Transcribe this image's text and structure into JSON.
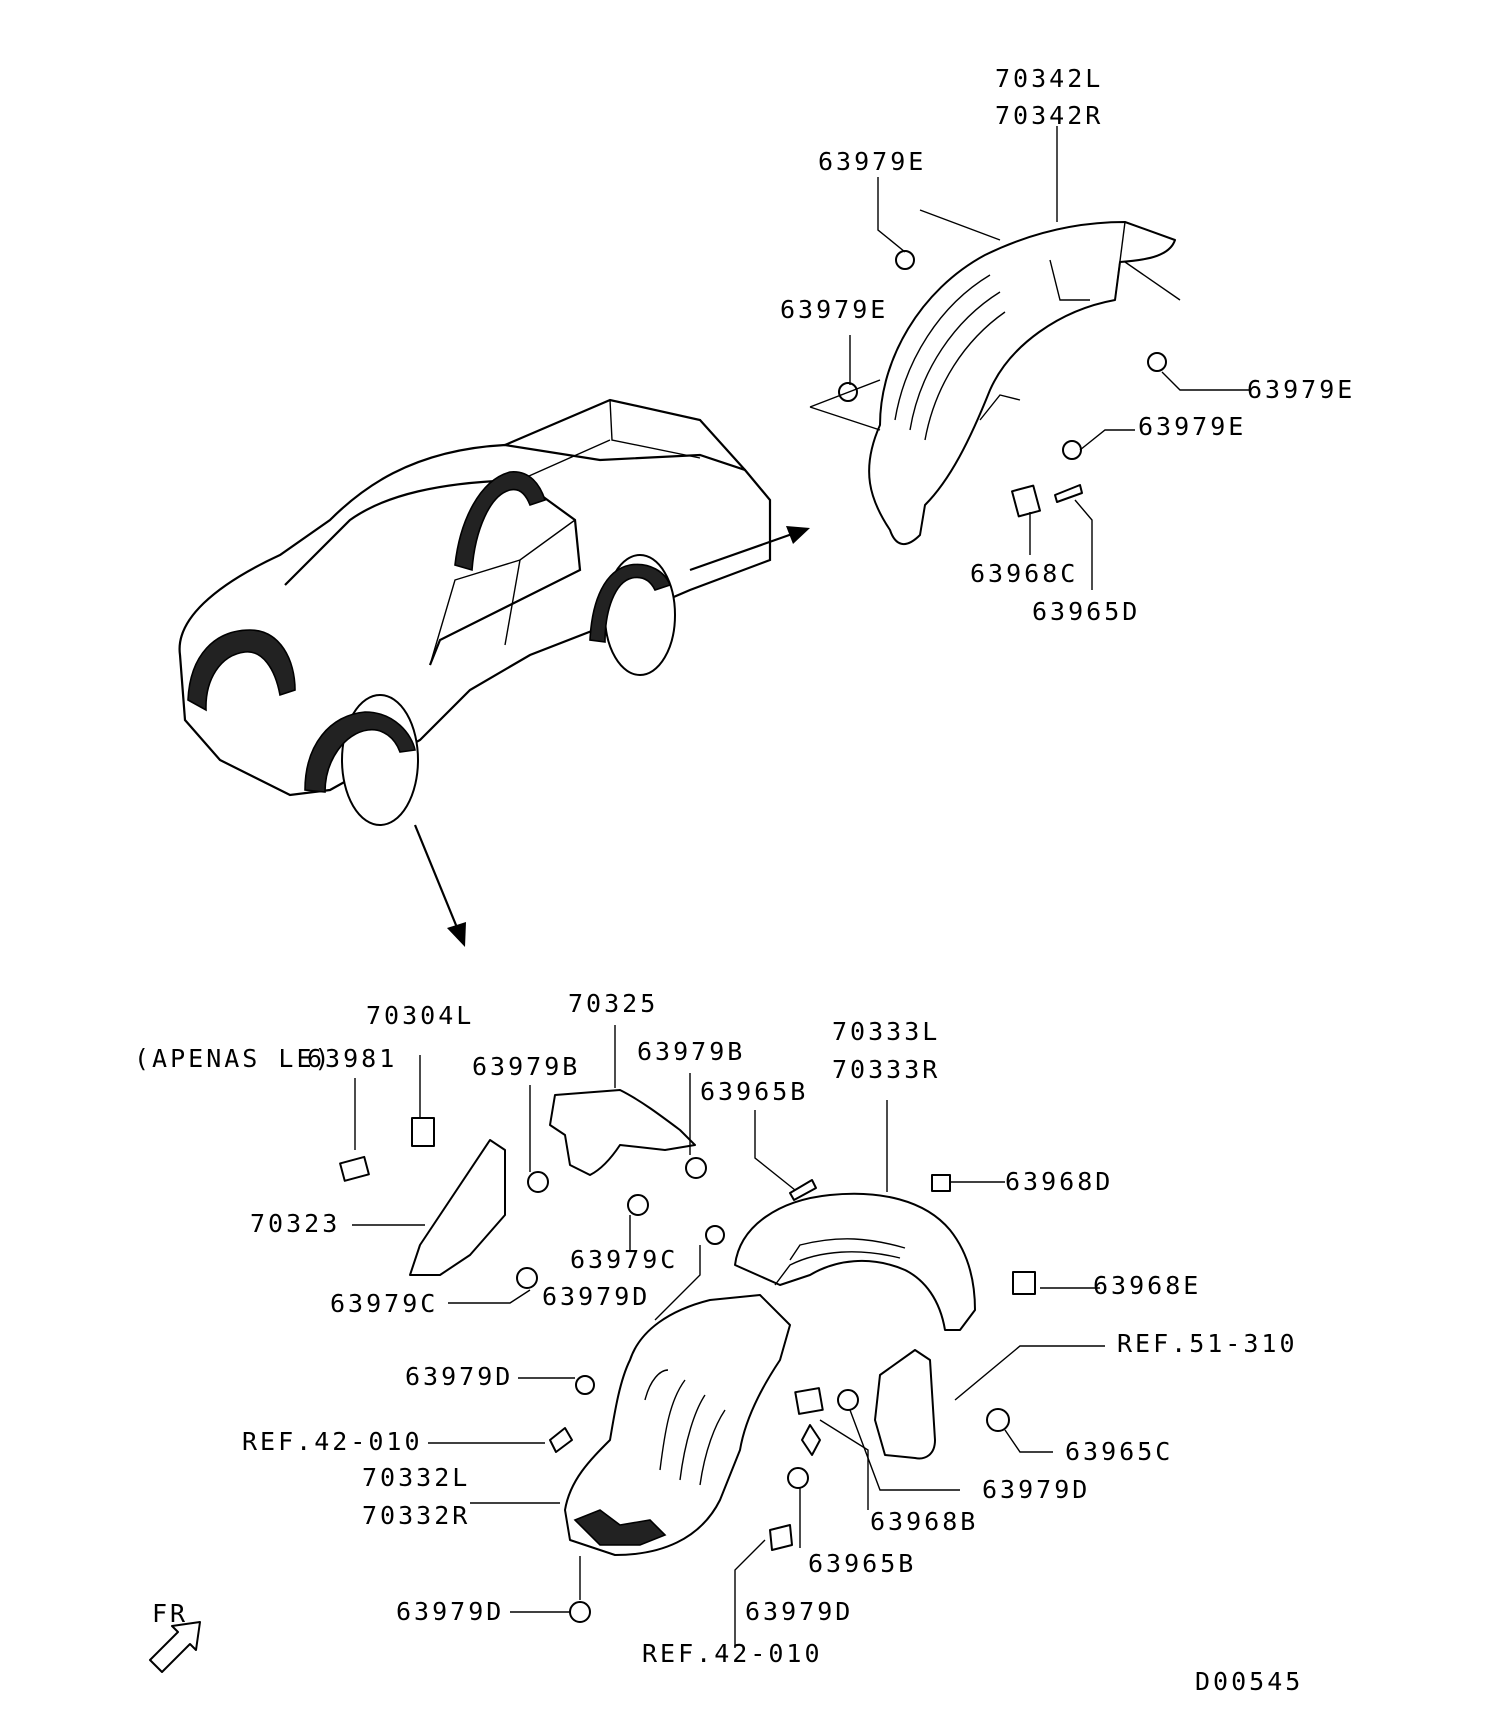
{
  "diagram_id": "D00545",
  "orientation_label": "FR",
  "labels": {
    "p70342L": "70342L",
    "p70342R": "70342R",
    "p63979E_a": "63979E",
    "p63979E_b": "63979E",
    "p63979E_c": "63979E",
    "p63979E_d": "63979E",
    "p63968C": "63968C",
    "p63965D": "63965D",
    "p70304L": "70304L",
    "apenas": "(APENAS LE)",
    "p63981": "63981",
    "p70325": "70325",
    "p63979B_a": "63979B",
    "p63979B_b": "63979B",
    "p63965B_a": "63965B",
    "p70333L": "70333L",
    "p70333R": "70333R",
    "p63968D": "63968D",
    "p70323": "70323",
    "p63979C_a": "63979C",
    "p63979C_b": "63979C",
    "p63979D_a": "63979D",
    "p63968E": "63968E",
    "ref51": "REF.51-310",
    "p63979D_b": "63979D",
    "ref42_a": "REF.42-010",
    "p63965C": "63965C",
    "p70332L": "70332L",
    "p70332R": "70332R",
    "p63979D_c": "63979D",
    "p63968B": "63968B",
    "p63965B_b": "63965B",
    "p63979D_d": "63979D",
    "p63979D_e": "63979D",
    "ref42_b": "REF.42-010"
  }
}
